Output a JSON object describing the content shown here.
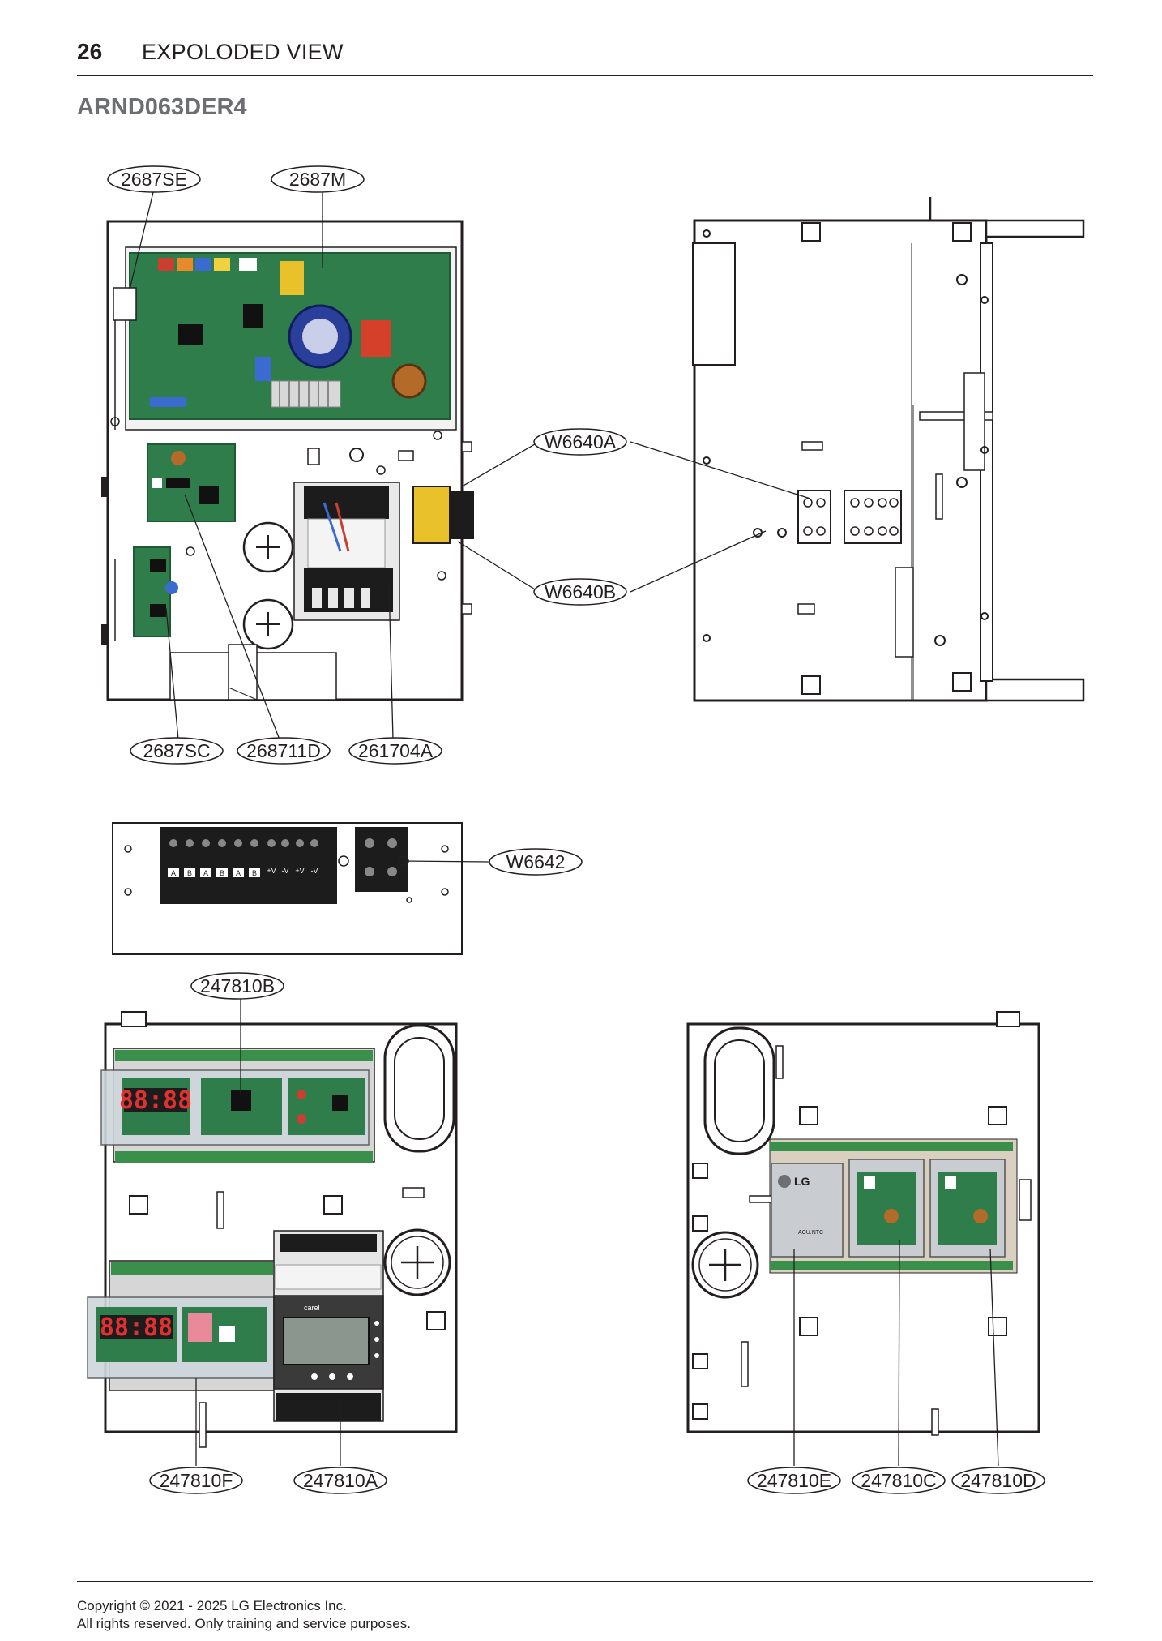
{
  "header": {
    "page_number": "26",
    "section": "EXPOLODED VIEW",
    "model": "ARND063DER4"
  },
  "callouts": {
    "c2687SE": "2687SE",
    "c2687M": "2687M",
    "cW6640A": "W6640A",
    "cW6640B": "W6640B",
    "c2687SC": "2687SC",
    "c268711D": "268711D",
    "c261704A": "261704A",
    "cW6642": "W6642",
    "c247810B": "247810B",
    "c247810F": "247810F",
    "c247810A": "247810A",
    "c247810E": "247810E",
    "c247810C": "247810C",
    "c247810D": "247810D"
  },
  "terminal_labels": [
    "A",
    "B",
    "A",
    "B",
    "A",
    "B",
    "+V",
    "-V",
    "+V",
    "-V"
  ],
  "display_digits": "88:88",
  "module_labels": {
    "lg_logo": "LG",
    "acu": "ACU.NTC",
    "carel": "carel"
  },
  "footer": {
    "copyright_line1": "Copyright © 2021 - 2025 LG Electronics Inc.",
    "copyright_line2": "All rights reserved. Only training and service purposes."
  },
  "colors": {
    "text": "#231f20",
    "model_gray": "#6d6e71",
    "pcb_green": "#2f7d4a",
    "terminal_black": "#1c1c1c",
    "module_gray": "#d6d6d6"
  }
}
